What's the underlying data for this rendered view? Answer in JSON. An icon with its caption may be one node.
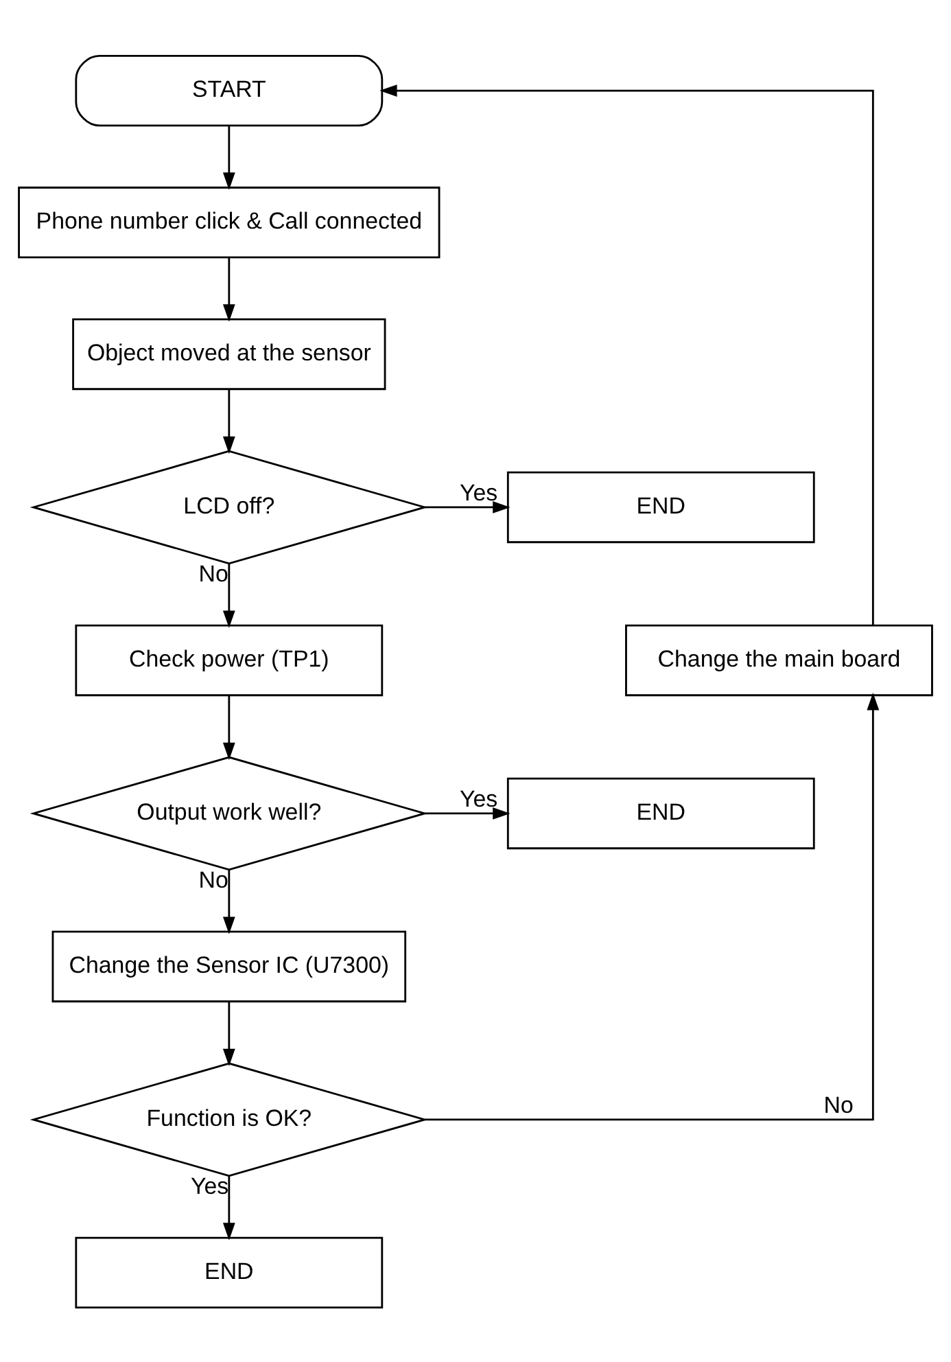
{
  "diagram": {
    "nodes": [
      {
        "text": [
          "START"
        ]
      },
      {
        "text": [
          "Phone number click & Call connected"
        ]
      },
      {
        "text": [
          "Object moved at the sensor"
        ]
      },
      {
        "text": [
          "LCD off?"
        ]
      },
      {
        "text": [
          "END"
        ]
      },
      {
        "text": [
          "Change the main board"
        ]
      },
      {
        "text": [
          "Check power (TP1)"
        ]
      },
      {
        "text": [
          "Output work well?"
        ]
      },
      {
        "text": [
          "END"
        ]
      },
      {
        "text": [
          "Change the Sensor IC (U7300)"
        ]
      },
      {
        "text": [
          "Function is OK?"
        ]
      },
      {
        "text": [
          "END"
        ]
      }
    ],
    "edges": [
      {
        "from": 0,
        "to": 1,
        "arrow": "to"
      },
      {
        "from": 1,
        "to": 2,
        "arrow": "to"
      },
      {
        "from": 2,
        "to": 3,
        "arrow": "to"
      },
      {
        "from": 3,
        "to": 4,
        "arrow": "to",
        "label": "Yes"
      },
      {
        "from": 3,
        "to": 6,
        "arrow": "to",
        "label": "No"
      },
      {
        "from": 6,
        "to": 7,
        "arrow": "to"
      },
      {
        "from": 7,
        "to": 8,
        "arrow": "to",
        "label": "Yes"
      },
      {
        "from": 7,
        "to": 9,
        "arrow": "to",
        "label": "No"
      },
      {
        "from": 9,
        "to": 10,
        "arrow": "to"
      },
      {
        "from": 10,
        "to": 11,
        "arrow": "to",
        "label": "Yes"
      },
      {
        "from": 10,
        "to": 5,
        "arrow": "to",
        "label": "No"
      },
      {
        "from": 5,
        "to": 0,
        "arrow": "to"
      }
    ]
  }
}
